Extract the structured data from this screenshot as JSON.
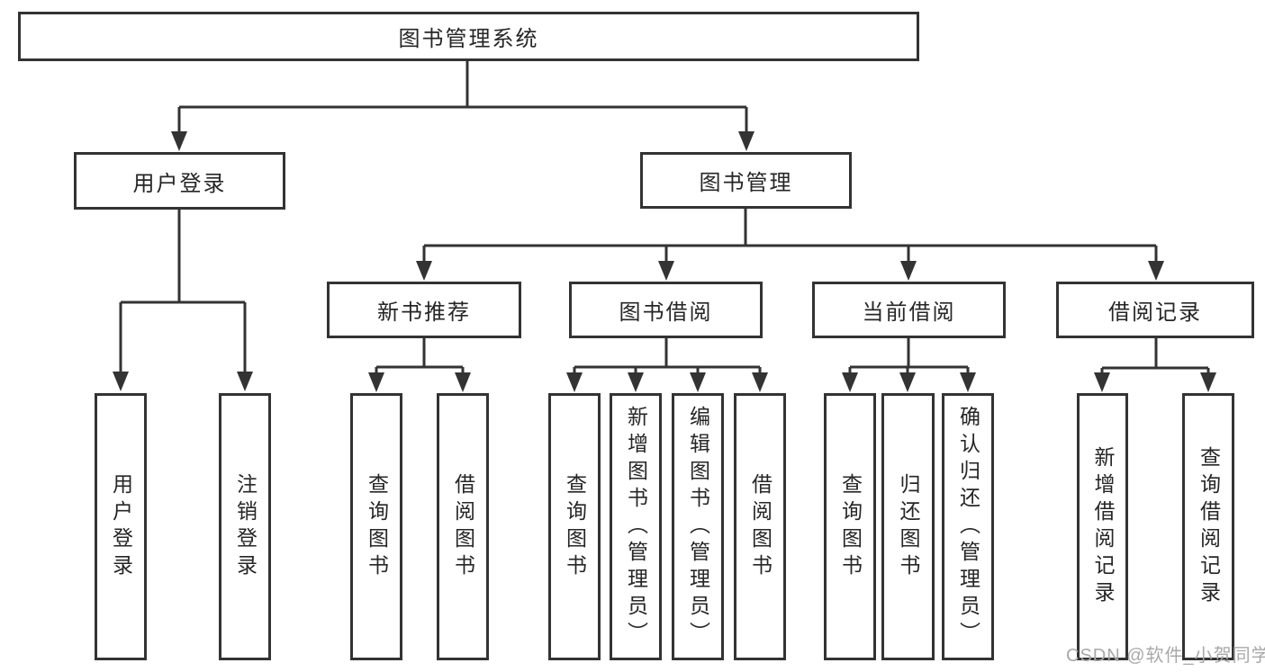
{
  "diagram": {
    "watermark": "CSDN @软件_小贺同学",
    "colors": {
      "line": "#333333",
      "text": "#262626",
      "watermark": "#a9a9a9",
      "background": "#ffffff"
    },
    "root": {
      "label": "图书管理系统"
    },
    "level2": [
      {
        "label": "用户登录"
      },
      {
        "label": "图书管理"
      }
    ],
    "level3": [
      {
        "label": "新书推荐",
        "parent": "图书管理"
      },
      {
        "label": "图书借阅",
        "parent": "图书管理"
      },
      {
        "label": "当前借阅",
        "parent": "图书管理"
      },
      {
        "label": "借阅记录",
        "parent": "图书管理"
      }
    ],
    "leaves": [
      {
        "label": "用户登录",
        "parent": "用户登录"
      },
      {
        "label": "注销登录",
        "parent": "用户登录"
      },
      {
        "label": "查询图书",
        "parent": "新书推荐"
      },
      {
        "label": "借阅图书",
        "parent": "新书推荐"
      },
      {
        "label": "查询图书",
        "parent": "图书借阅"
      },
      {
        "label": "新增图书（管理员）",
        "parent": "图书借阅"
      },
      {
        "label": "编辑图书（管理员）",
        "parent": "图书借阅"
      },
      {
        "label": "借阅图书",
        "parent": "图书借阅"
      },
      {
        "label": "查询图书",
        "parent": "当前借阅"
      },
      {
        "label": "归还图书",
        "parent": "当前借阅"
      },
      {
        "label": "确认归还（管理员）",
        "parent": "当前借阅"
      },
      {
        "label": "新增借阅记录",
        "parent": "借阅记录"
      },
      {
        "label": "查询借阅记录",
        "parent": "借阅记录"
      }
    ]
  }
}
